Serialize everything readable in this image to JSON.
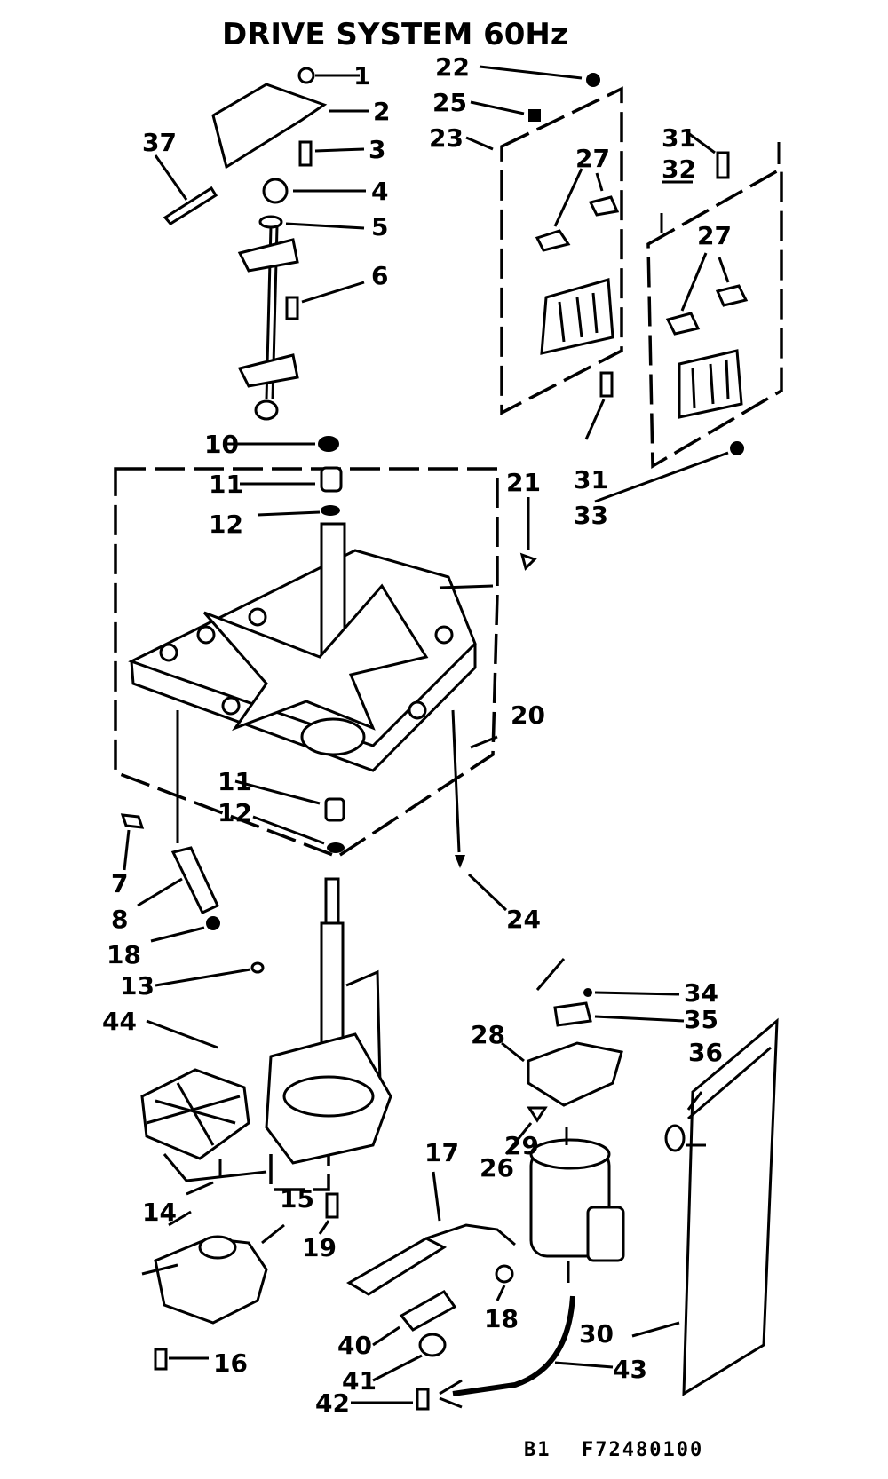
{
  "title": "DRIVE SYSTEM 60Hz",
  "footer": {
    "code": "B1",
    "part_number": "F72480100"
  },
  "callouts": {
    "c1": "1",
    "c2": "2",
    "c3": "3",
    "c4": "4",
    "c5": "5",
    "c6": "6",
    "c7": "7",
    "c8": "8",
    "c10": "10",
    "c11a": "11",
    "c11b": "11",
    "c12a": "12",
    "c12b": "12",
    "c13": "13",
    "c14": "14",
    "c15": "15",
    "c16": "16",
    "c17": "17",
    "c18a": "18",
    "c18b": "18",
    "c19": "19",
    "c20": "20",
    "c21": "21",
    "c22": "22",
    "c23": "23",
    "c24": "24",
    "c25": "25",
    "c26": "26",
    "c27a": "27",
    "c27b": "27",
    "c28": "28",
    "c29": "29",
    "c30": "30",
    "c31a": "31",
    "c31b": "31",
    "c32": "32",
    "c33": "33",
    "c34": "34",
    "c35": "35",
    "c36": "36",
    "c37": "37",
    "c40": "40",
    "c41": "41",
    "c42": "42",
    "c43": "43",
    "c44": "44"
  }
}
